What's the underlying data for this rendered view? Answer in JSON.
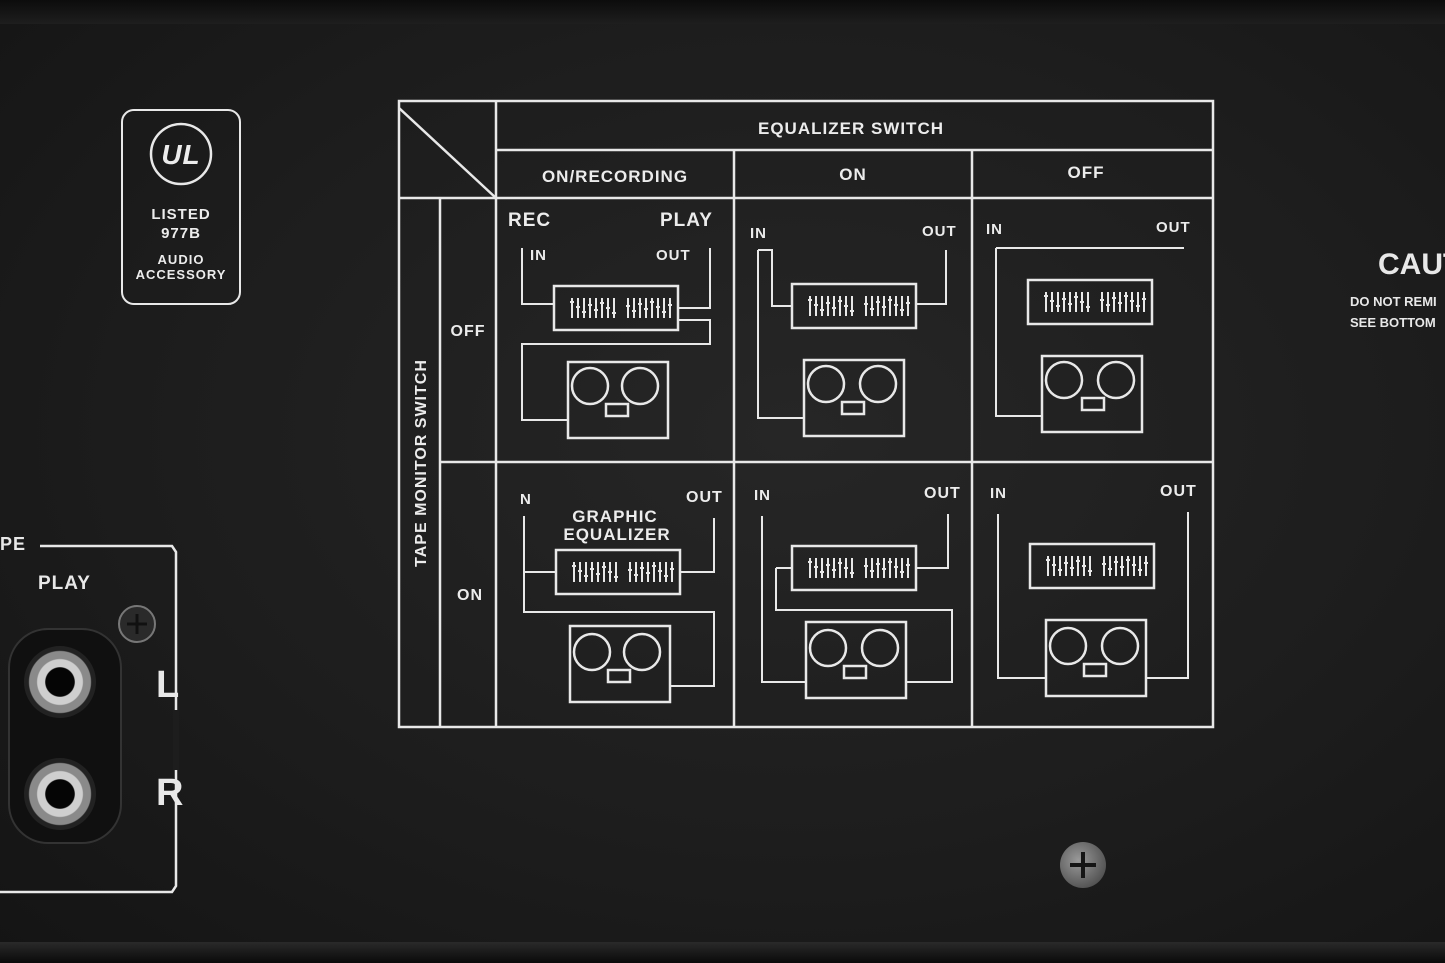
{
  "ul_badge": {
    "logo": "UL",
    "line1": "LISTED",
    "line2": "977B",
    "line3": "AUDIO",
    "line4": "ACCESSORY"
  },
  "chart": {
    "header": "EQUALIZER SWITCH",
    "columns": [
      "ON/RECORDING",
      "ON",
      "OFF"
    ],
    "row_axis": "TAPE MONITOR SWITCH",
    "rows": [
      "OFF",
      "ON"
    ],
    "labels": {
      "rec": "REC",
      "play": "PLAY",
      "in": "IN",
      "out": "OUT",
      "n_in": "N",
      "graphic_line1": "GRAPHIC",
      "graphic_line2": "EQUALIZER"
    }
  },
  "tape_jacks": {
    "title_fragment": "PE",
    "play": "PLAY",
    "left": "L",
    "right": "R"
  },
  "caution": {
    "title": "CAUT",
    "line1": "DO NOT REMI",
    "line2": "SEE BOTTOM"
  },
  "colors": {
    "panel": "#1d1d1d",
    "print": "#ececec"
  }
}
